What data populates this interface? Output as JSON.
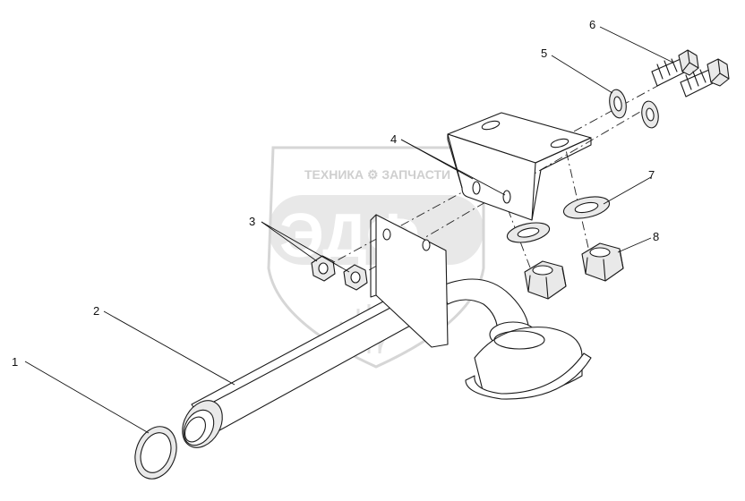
{
  "watermark": {
    "top_text": "ТЕХНИКА ⚙ ЗАПЧАСТИ",
    "logo_text": "ЭДФ"
  },
  "callouts": [
    {
      "id": "1",
      "label": "1"
    },
    {
      "id": "2",
      "label": "2"
    },
    {
      "id": "3",
      "label": "3"
    },
    {
      "id": "4",
      "label": "4"
    },
    {
      "id": "5",
      "label": "5"
    },
    {
      "id": "6",
      "label": "6"
    },
    {
      "id": "7",
      "label": "7"
    },
    {
      "id": "8",
      "label": "8"
    }
  ],
  "colors": {
    "line": "#1a1a1a",
    "part_fill": "#e9e9e9",
    "watermark": "#d6d6d6",
    "background": "#ffffff"
  }
}
